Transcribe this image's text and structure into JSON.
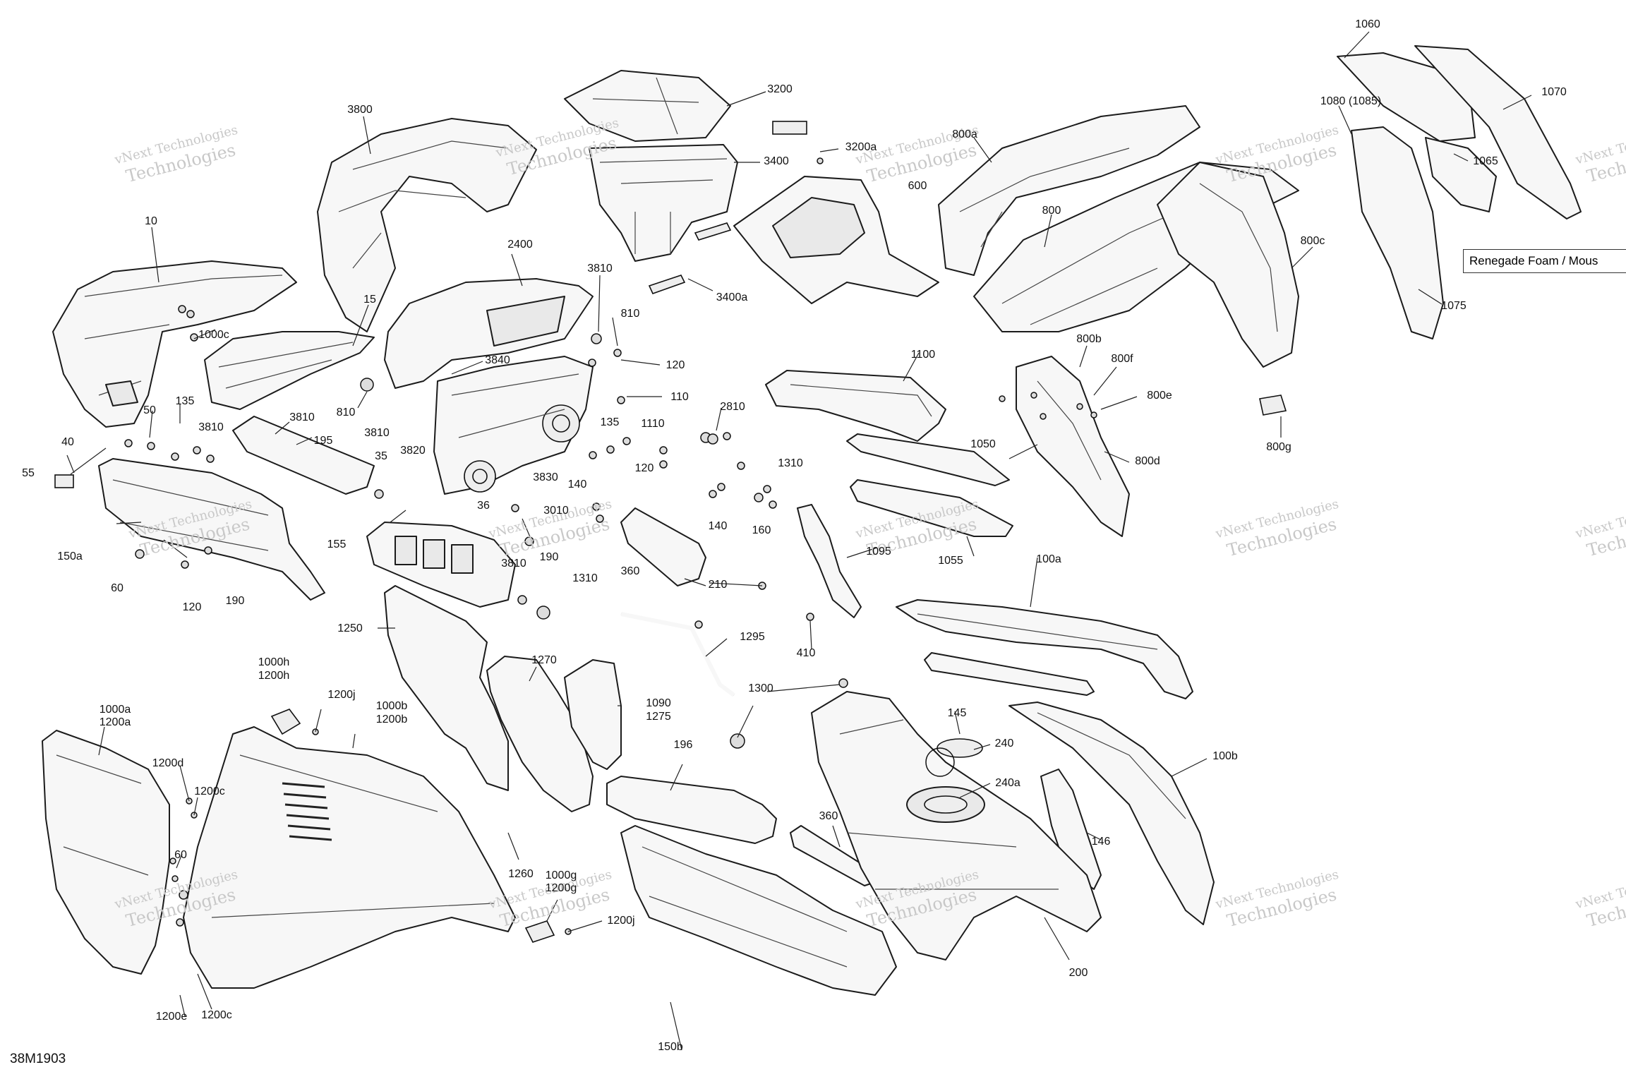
{
  "diagram_code": "38M1903",
  "note_box": "Renegade Foam / Mous",
  "watermark": {
    "line1": "vNext Technologies",
    "line2": "Technologies"
  },
  "labels": {
    "l1060": "1060",
    "l1070": "1070",
    "l1080": "1080 (1085)",
    "l1065": "1065",
    "l1075": "1075",
    "l3200": "3200",
    "l3200a": "3200a",
    "l3400": "3400",
    "l3400a": "3400a",
    "l3800": "3800",
    "l800a": "800a",
    "l600": "600",
    "l800": "800",
    "l800c": "800c",
    "l800b": "800b",
    "l800f": "800f",
    "l800e": "800e",
    "l800d": "800d",
    "l800g": "800g",
    "l10": "10",
    "l15": "15",
    "l1000c": "1000c",
    "l2400": "2400",
    "l3810a": "3810",
    "l810a": "810",
    "l120a": "120",
    "l3840": "3840",
    "l810b": "810",
    "l3810b": "3810",
    "l3820": "3820",
    "l110": "110",
    "l2810": "2810",
    "l135a": "135",
    "l135b": "135",
    "l1110": "1110",
    "l1100": "1100",
    "l50": "50",
    "l3810c": "3810",
    "l3810d": "3810",
    "l195": "195",
    "l40": "40",
    "l55": "55",
    "l35": "35",
    "l140a": "140",
    "l120b": "120",
    "l1310a": "1310",
    "l3830": "3830",
    "l140b": "140",
    "l160": "160",
    "l1050": "1050",
    "l36": "36",
    "l3010": "3010",
    "l150a": "150a",
    "l155": "155",
    "l3810e": "3810",
    "l190a": "190",
    "l360a": "360",
    "l1055": "1055",
    "l1095": "1095",
    "l60a": "60",
    "l120c": "120",
    "l190b": "190",
    "l1310b": "1310",
    "l210": "210",
    "l100a": "100a",
    "l1250": "1250",
    "l1295": "1295",
    "l410": "410",
    "l1270": "1270",
    "l1090": "1090",
    "l1275": "1275",
    "l1000h": "1000h",
    "l1200h": "1200h",
    "l1300": "1300",
    "l145": "145",
    "l1200j": "1200j",
    "l1000a": "1000a",
    "l1200a": "1200a",
    "l1000b": "1000b",
    "l1200b": "1200b",
    "l196": "196",
    "l240": "240",
    "l100b": "100b",
    "l240a": "240a",
    "l1200d": "1200d",
    "l1200c": "1200c",
    "l360b": "360",
    "l146": "146",
    "l60b": "60",
    "l1260": "1260",
    "l1000g": "1000g",
    "l1200g": "1200g",
    "l1200j2": "1200j",
    "l200": "200",
    "l150b": "150b",
    "l1200e": "1200e",
    "l1200c2": "1200c"
  }
}
